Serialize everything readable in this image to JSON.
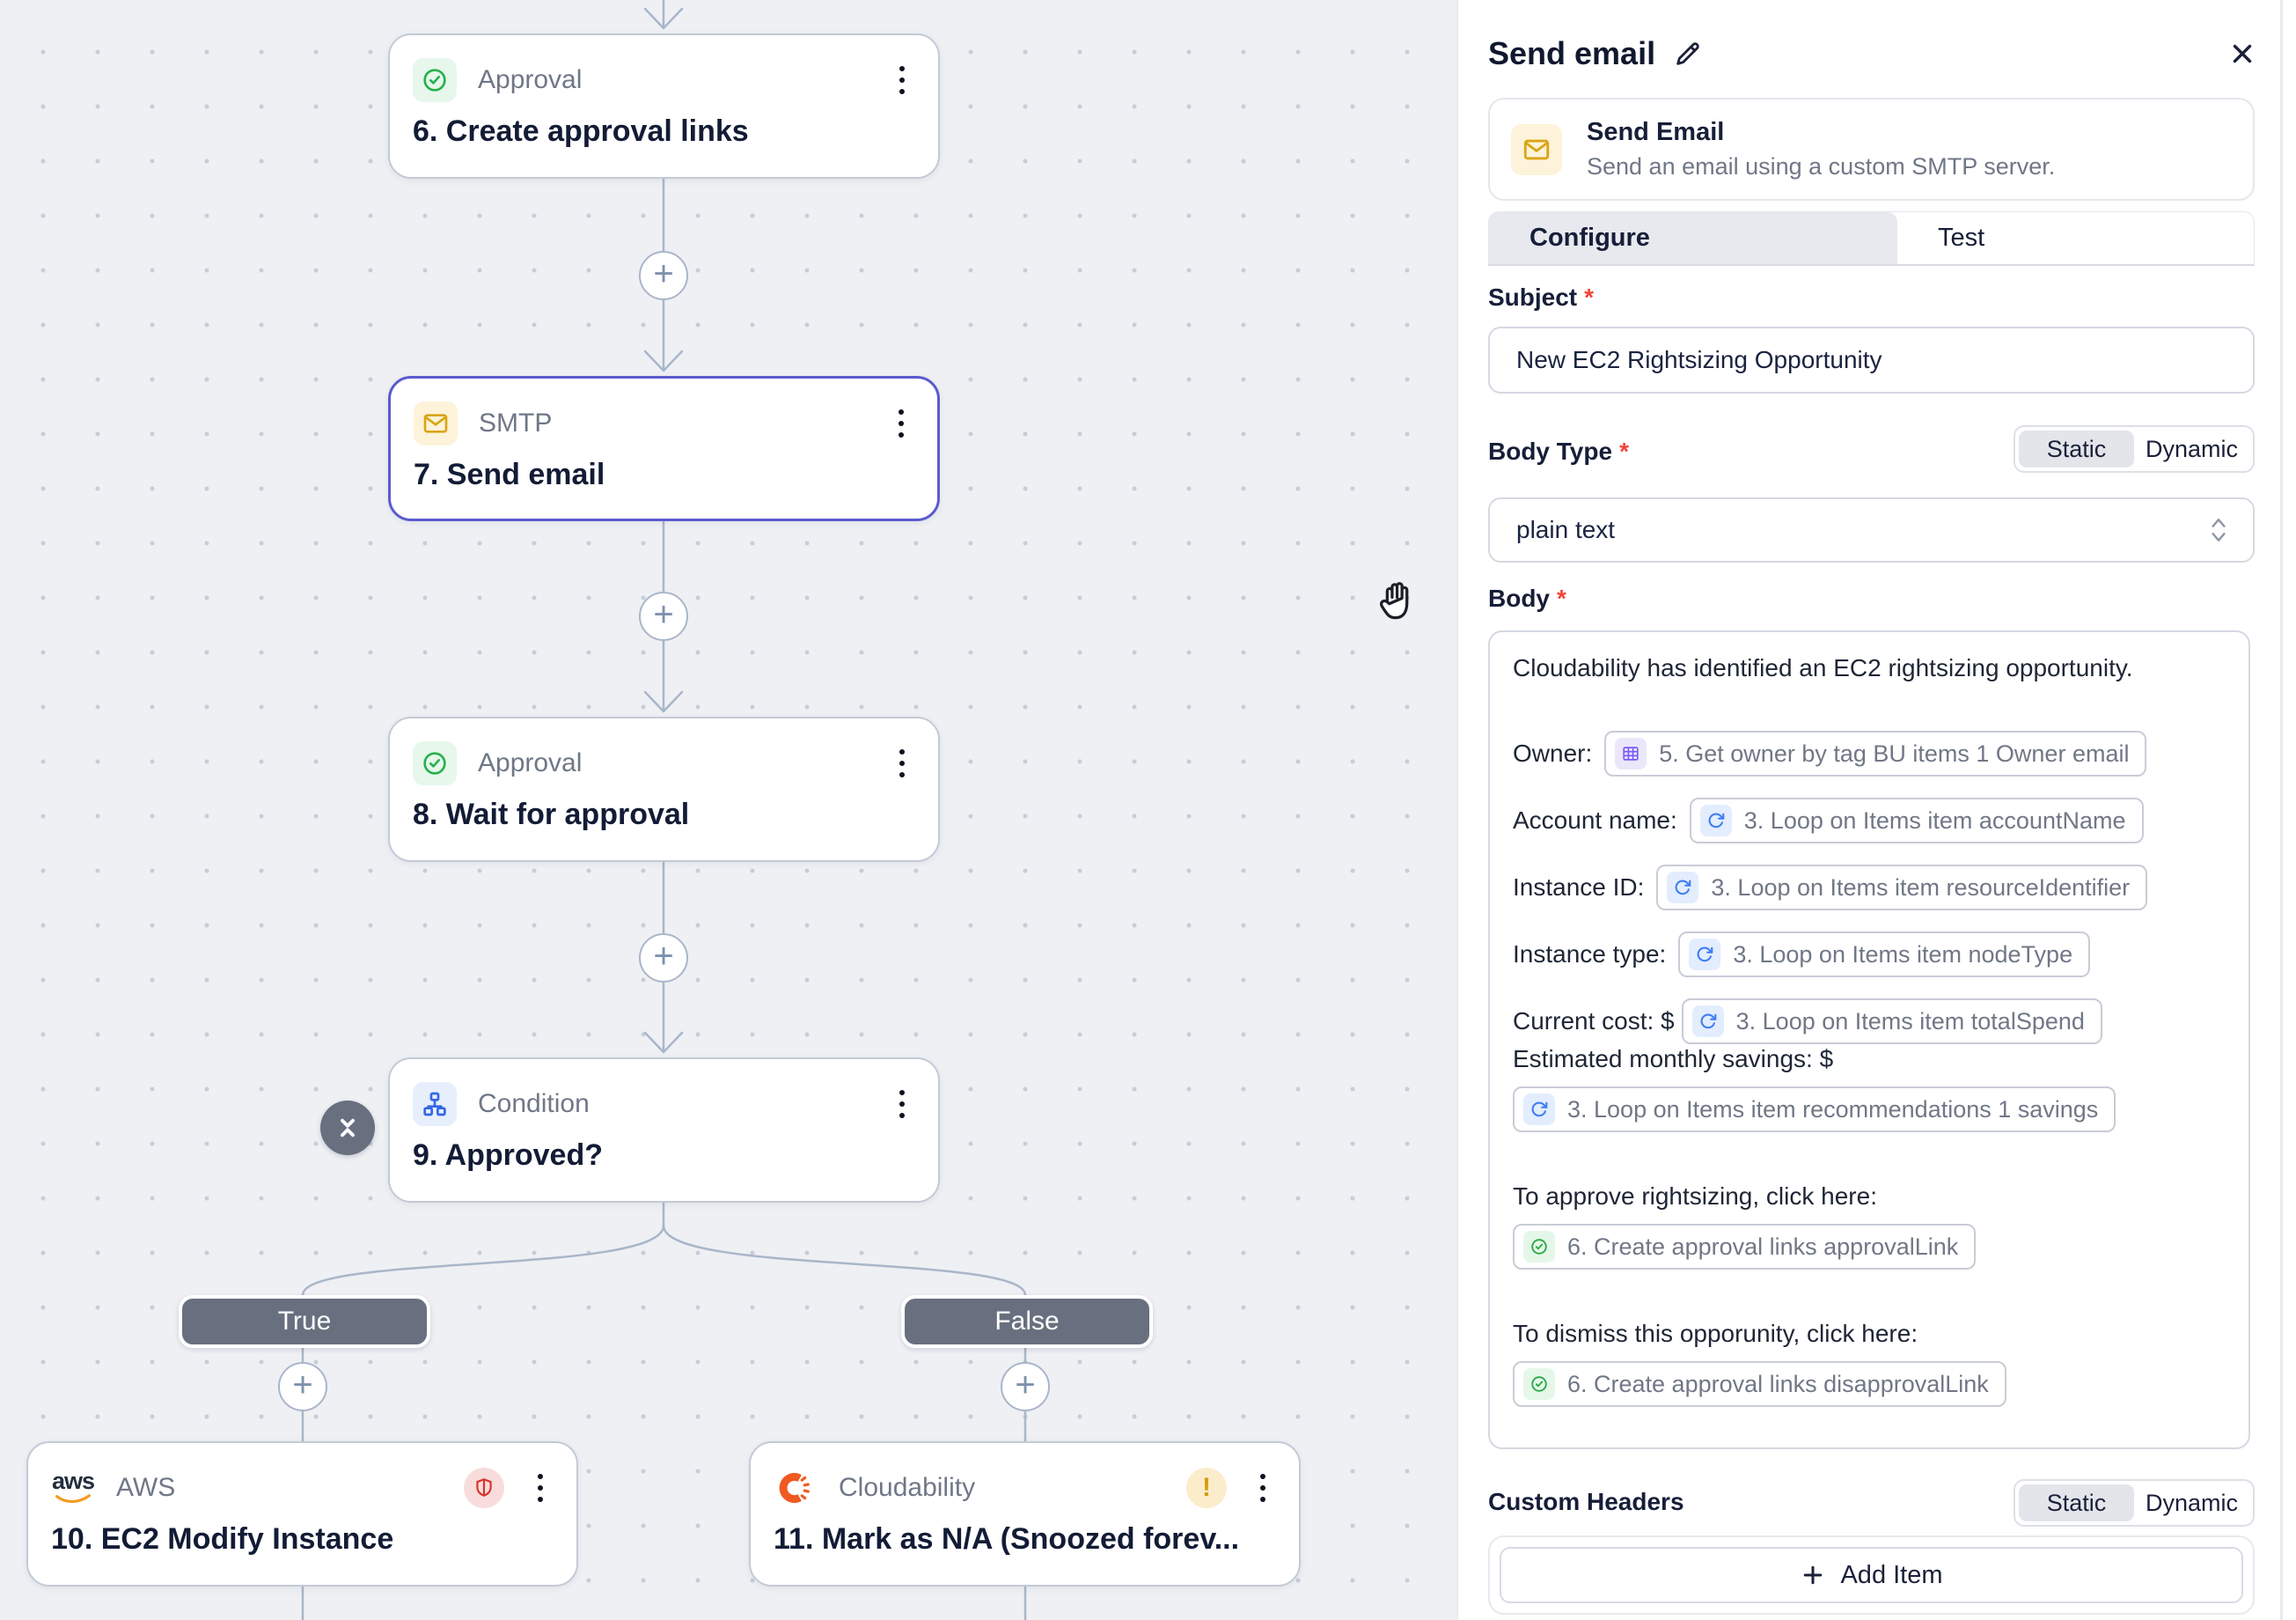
{
  "canvas": {
    "nodes": [
      {
        "type": "Approval",
        "title": "6. Create approval links",
        "icon": "approval-check-icon"
      },
      {
        "type": "SMTP",
        "title": "7. Send email",
        "icon": "envelope-icon",
        "selected": true
      },
      {
        "type": "Approval",
        "title": "8. Wait for approval",
        "icon": "approval-check-icon"
      },
      {
        "type": "Condition",
        "title": "9. Approved?",
        "icon": "condition-icon"
      },
      {
        "type": "AWS",
        "title": "10. EC2 Modify Instance",
        "icon": "aws-logo",
        "status": "error-shield"
      },
      {
        "type": "Cloudability",
        "title": "11. Mark as N/A (Snoozed forev...",
        "icon": "cloudability-logo",
        "status": "warning"
      }
    ],
    "branches": {
      "true_label": "True",
      "false_label": "False"
    }
  },
  "panel": {
    "title": "Send email",
    "required_mark": "*",
    "integration": {
      "name": "Send Email",
      "description": "Send an email using a custom SMTP server."
    },
    "tabs": {
      "configure": "Configure",
      "test": "Test"
    },
    "subject": {
      "label": "Subject",
      "value": "New EC2 Rightsizing Opportunity"
    },
    "body_type": {
      "label": "Body Type",
      "static": "Static",
      "dynamic": "Dynamic",
      "selected": "Static",
      "format_value": "plain text"
    },
    "body": {
      "label": "Body",
      "intro": "Cloudability has identified an EC2 rightsizing opportunity.",
      "fields": [
        {
          "label": "Owner:",
          "chip": "5. Get owner by tag BU items 1 Owner email",
          "icon": "table-icon"
        },
        {
          "label": "Account name:",
          "chip": "3. Loop on Items item accountName",
          "icon": "loop-icon"
        },
        {
          "label": "Instance ID:",
          "chip": "3. Loop on Items item resourceIdentifier",
          "icon": "loop-icon"
        },
        {
          "label": "Instance type:",
          "chip": "3. Loop on Items item nodeType",
          "icon": "loop-icon"
        },
        {
          "label": "Current cost: $",
          "chip": "3. Loop on Items item totalSpend",
          "icon": "loop-icon"
        }
      ],
      "savings_label": "Estimated monthly savings: $",
      "savings_chip": "3. Loop on Items item recommendations 1 savings",
      "approve_label": "To approve rightsizing, click here:",
      "approve_chip": "6. Create approval links approvalLink",
      "dismiss_label": "To dismiss this opporunity, click here:",
      "dismiss_chip": "6. Create approval links disapprovalLink"
    },
    "custom_headers": {
      "label": "Custom Headers",
      "static": "Static",
      "dynamic": "Dynamic",
      "selected": "Static",
      "add_item": "Add Item"
    }
  },
  "colors": {
    "accent_selected": "#5a5ad0",
    "approval_green": "#27b14c",
    "smtp_amber": "#d9a514",
    "condition_blue": "#3366e8",
    "aws_orange": "#f49a1f",
    "cloudability_orange": "#f0591f",
    "error_red": "#d9342b",
    "warning_amber": "#d99c0b",
    "branch_badge_gray": "#68707f",
    "edge_gray": "#a9b6c9"
  }
}
